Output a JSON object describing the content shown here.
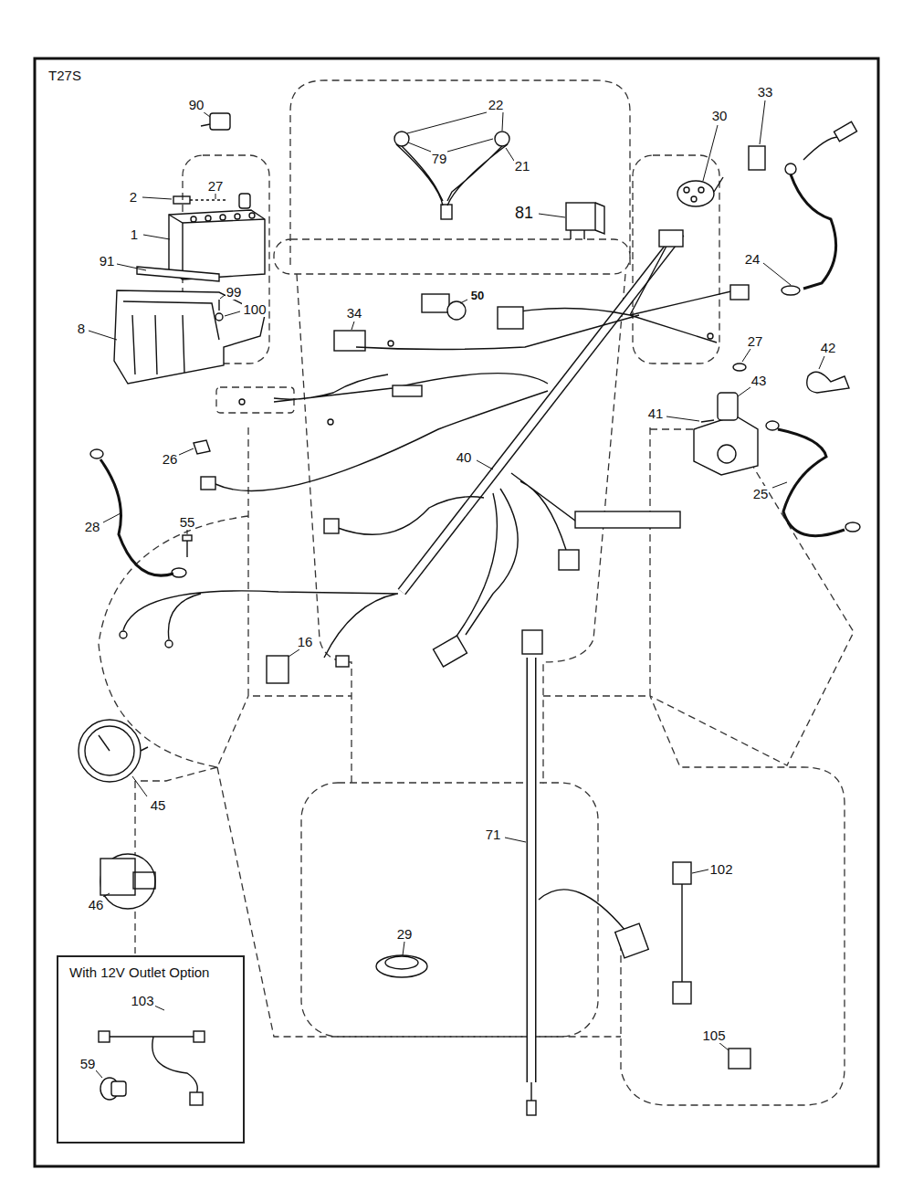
{
  "diagram": {
    "nodes": [
      {
        "text": [
          "With 12V Outlet Option"
        ]
      }
    ],
    "labels": [
      "T27S",
      "90",
      "22",
      "30",
      "33",
      "27",
      "2",
      "79",
      "21",
      "1",
      "81",
      "24",
      "91",
      "99",
      "100",
      "50",
      "34",
      "8",
      "27",
      "42",
      "43",
      "41",
      "26",
      "40",
      "25",
      "28",
      "55",
      "16",
      "45",
      "71",
      "102",
      "46",
      "29",
      "103",
      "59",
      "105"
    ]
  }
}
